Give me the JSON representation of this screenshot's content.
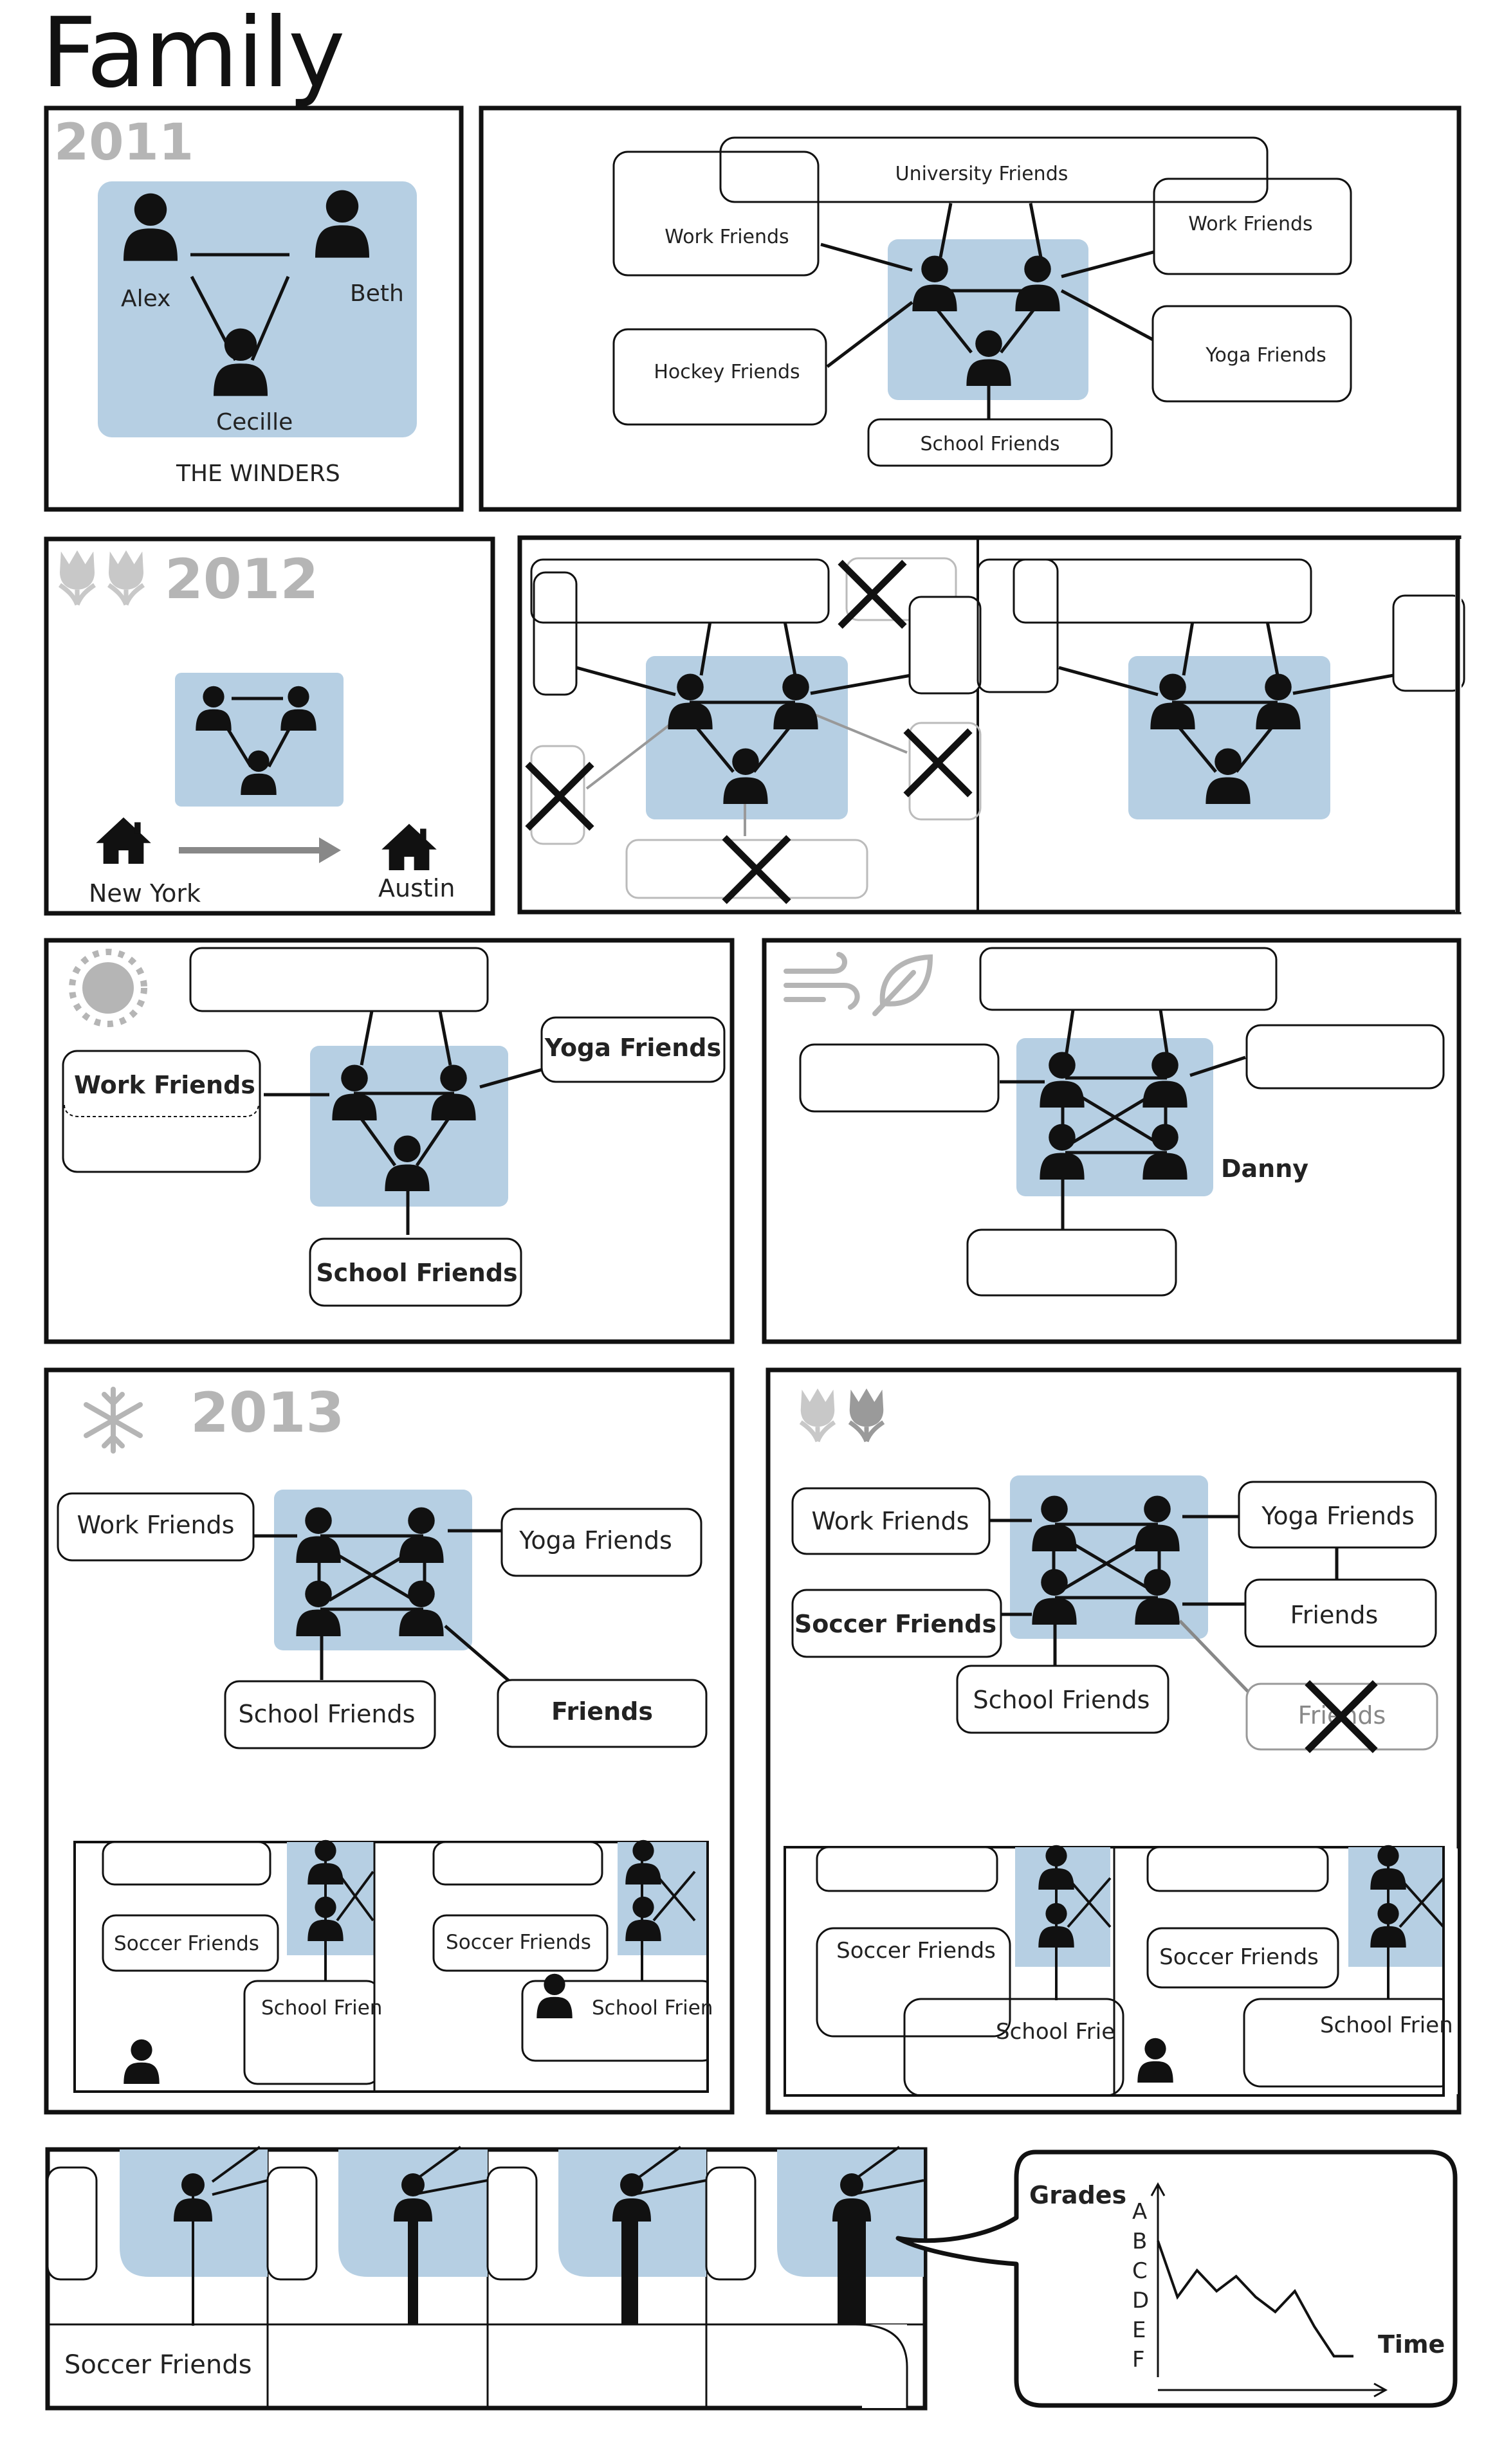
{
  "title": "Family",
  "colors": {
    "hub": "#b6cfe3",
    "ink": "#111111",
    "muted": "#b5b5b5",
    "cross": "#888888"
  },
  "panel_2011": {
    "year": "2011",
    "names": [
      "Alex",
      "Beth",
      "Cecille"
    ],
    "caption": "THE WINDERS"
  },
  "panel_network_2011": {
    "groups": [
      "University Friends",
      "Work Friends",
      "Work Friends",
      "Hockey Friends",
      "Yoga Friends",
      "School Friends"
    ]
  },
  "panel_2012": {
    "year": "2012",
    "icon": "tulip-icon",
    "from_city": "New York",
    "to_city": "Austin"
  },
  "panel_summer": {
    "icon": "sun-icon",
    "groups": [
      "Work Friends",
      "Yoga Friends",
      "School Friends"
    ]
  },
  "panel_autumn": {
    "icons": [
      "wind-icon",
      "leaf-icon"
    ],
    "new_member": "Danny"
  },
  "panel_2013": {
    "year": "2013",
    "icon": "snowflake-icon",
    "groups": [
      "Work Friends",
      "Yoga Friends",
      "School Friends",
      "Friends"
    ],
    "inset_labels": [
      "Soccer Friends",
      "School Frien",
      "Soccer Friends",
      "School Frien"
    ]
  },
  "panel_spring_2013": {
    "icon": "tulip-icon",
    "groups": [
      "Work Friends",
      "Yoga Friends",
      "Soccer Friends",
      "Friends",
      "School Friends",
      "Friends"
    ],
    "inset_labels": [
      "Soccer Friends",
      "School Frie",
      "Soccer Friends",
      "School Frien"
    ]
  },
  "panel_bottom": {
    "label": "Soccer Friends"
  },
  "grades_chart": {
    "ylabel": "Grades",
    "xlabel": "Time",
    "ticks": [
      "A",
      "B",
      "C",
      "D",
      "E",
      "F"
    ]
  },
  "chart_data": {
    "type": "line",
    "title": "",
    "xlabel": "Time",
    "ylabel": "Grades",
    "yticks": [
      "A",
      "B",
      "C",
      "D",
      "E",
      "F"
    ],
    "ylim": [
      0,
      5
    ],
    "x": [
      0,
      1,
      2,
      3,
      4,
      5,
      6,
      7,
      8,
      9,
      10
    ],
    "values": [
      1,
      2.9,
      2.0,
      2.7,
      2.2,
      2.9,
      3.4,
      2.7,
      3.9,
      4.9,
      4.9
    ]
  }
}
